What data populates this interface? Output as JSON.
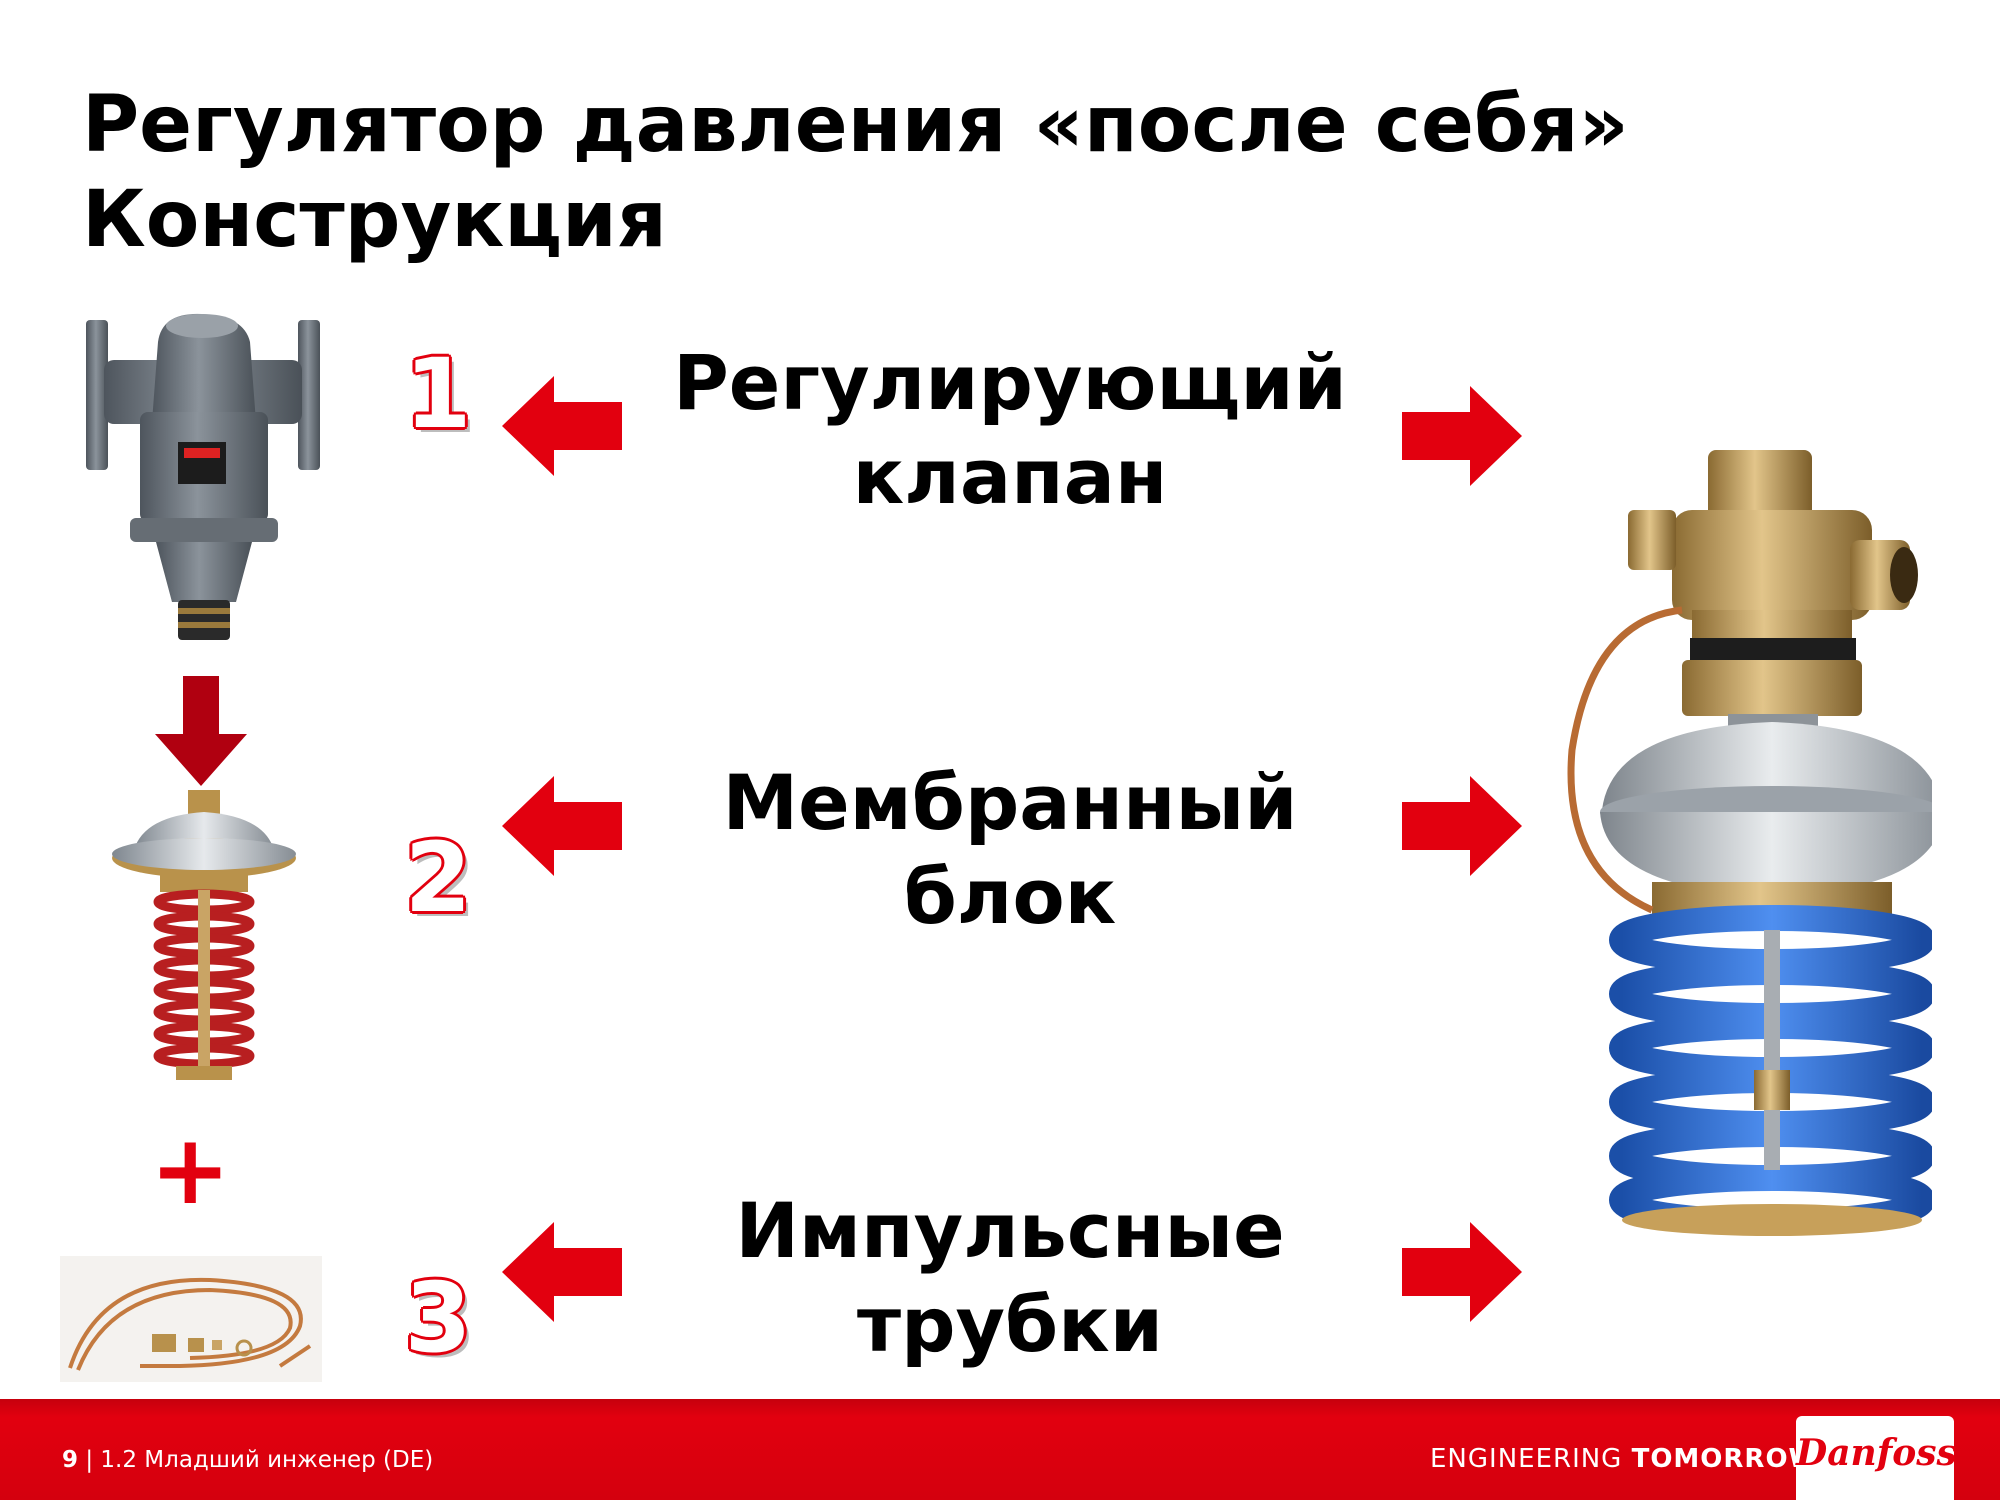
{
  "title": {
    "line1": "Регулятор давления «после себя»",
    "line2": "Конструкция"
  },
  "components": [
    {
      "number": "1",
      "label_line1": "Регулирующий",
      "label_line2": "клапан"
    },
    {
      "number": "2",
      "label_line1": "Мембранный",
      "label_line2": "блок"
    },
    {
      "number": "3",
      "label_line1": "Импульсные",
      "label_line2": "трубки"
    }
  ],
  "plus_sign": "+",
  "footer": {
    "page_number": "9",
    "separator": " | ",
    "course": "1.2 Младший инженер (DE)",
    "tagline_part1": "ENGINEERING ",
    "tagline_part2": "TOMORROW",
    "logo": "Danfoss"
  },
  "colors": {
    "accent_red": "#e2000f",
    "dark_red": "#b00010",
    "spring_blue": "#2a6fd6",
    "spring_red": "#c0392b",
    "brass": "#c9a465"
  }
}
